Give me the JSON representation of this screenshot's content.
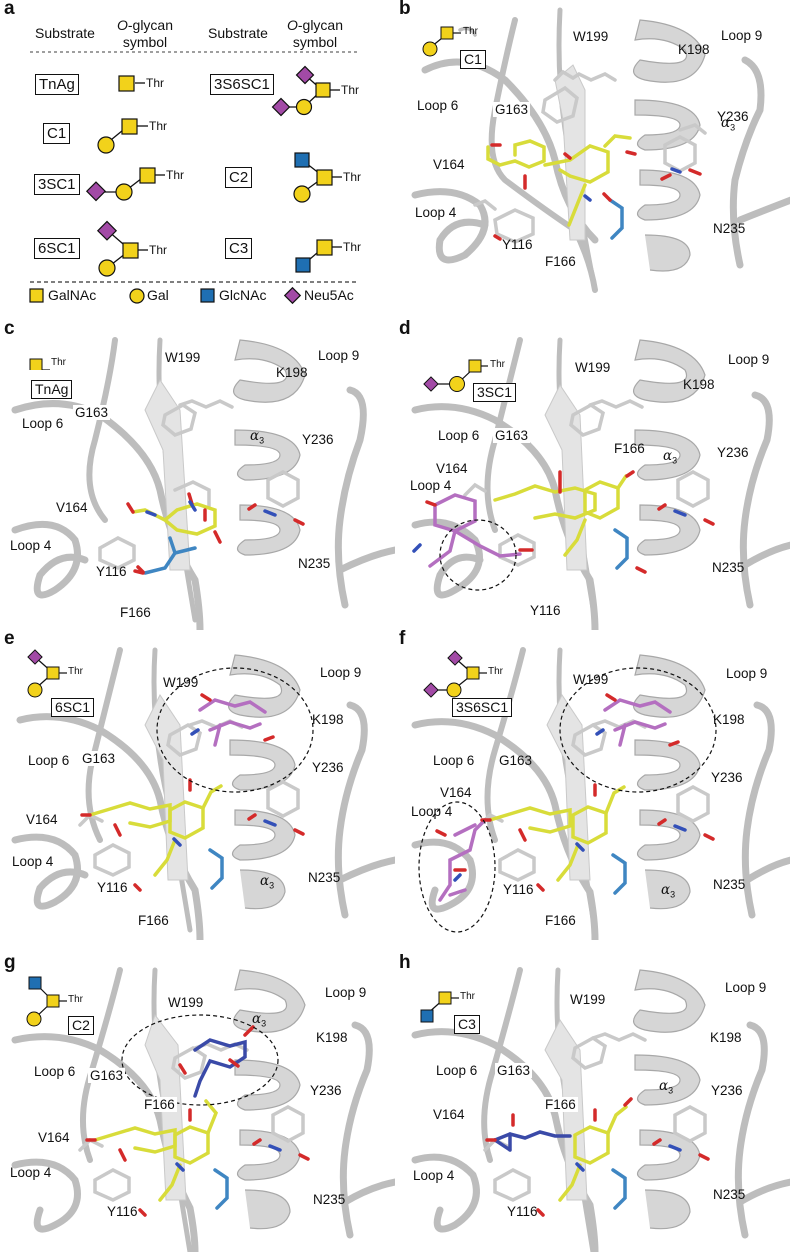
{
  "colors": {
    "galnac": "#f2d21b",
    "gal": "#f2d21b",
    "glcnac": "#1f6fb2",
    "neu5ac": "#a24aa6",
    "ligand_yellow": "#d8dc3a",
    "ligand_purple": "#b46fc0",
    "ligand_blue": "#3f86c2",
    "ligand_navy": "#3a4aa8",
    "oxygen": "#d42a2a",
    "nitrogen": "#3350b8",
    "ribbon": "#bdbdbd"
  },
  "panel_a": {
    "label": "a",
    "headers": [
      {
        "line1": "Substrate",
        "line2": ""
      },
      {
        "line1": "O-glycan",
        "line2": "symbol"
      },
      {
        "line1": "Substrate",
        "line2": ""
      },
      {
        "line1": "O-glycan",
        "line2": "symbol"
      }
    ],
    "substrates": [
      {
        "name": "TnAg",
        "symbol": "GalNAc-Thr"
      },
      {
        "name": "C1",
        "symbol": "Gal-GalNAc-Thr"
      },
      {
        "name": "3SC1",
        "symbol": "Neu5Ac-Gal-GalNAc-Thr"
      },
      {
        "name": "6SC1",
        "symbol": "Neu5Ac(6)/Gal-GalNAc-Thr"
      },
      {
        "name": "3S6SC1",
        "symbol": "Neu5Ac-Gal/Neu5Ac-GalNAc-Thr"
      },
      {
        "name": "C2",
        "symbol": "GlcNAc/Gal-GalNAc-Thr"
      },
      {
        "name": "C3",
        "symbol": "GlcNAc-GalNAc-Thr"
      }
    ],
    "thr": "Thr",
    "legend": [
      {
        "shape": "square",
        "name": "GalNAc"
      },
      {
        "shape": "circle",
        "name": "Gal"
      },
      {
        "shape": "square",
        "name": "GlcNAc"
      },
      {
        "shape": "diamond",
        "name": "Neu5Ac"
      }
    ]
  },
  "panels": [
    {
      "id": "b",
      "substrate": "C1"
    },
    {
      "id": "c",
      "substrate": "TnAg"
    },
    {
      "id": "d",
      "substrate": "3SC1"
    },
    {
      "id": "e",
      "substrate": "6SC1"
    },
    {
      "id": "f",
      "substrate": "3S6SC1"
    },
    {
      "id": "g",
      "substrate": "C2"
    },
    {
      "id": "h",
      "substrate": "C3"
    }
  ],
  "residues": {
    "w199": "W199",
    "k198": "K198",
    "loop9": "Loop 9",
    "loop6": "Loop 6",
    "g163": "G163",
    "v164": "V164",
    "loop4": "Loop 4",
    "y116": "Y116",
    "f166": "F166",
    "y236": "Y236",
    "n235": "N235",
    "alpha": "α",
    "alpha_sub": "3"
  }
}
